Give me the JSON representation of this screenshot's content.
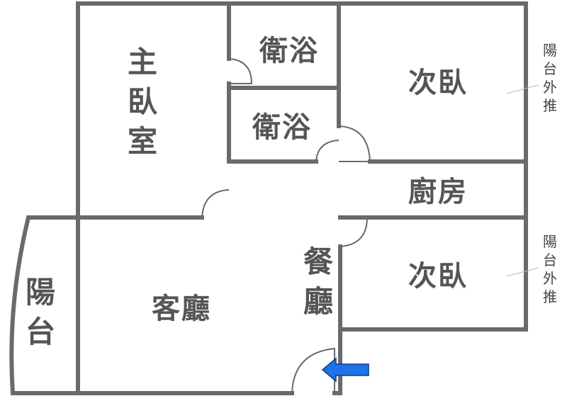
{
  "rooms": {
    "master_bedroom": [
      "主",
      "臥",
      "室"
    ],
    "bathroom_top": "衛浴",
    "bathroom_mid": "衛浴",
    "bedroom_top": "次臥",
    "kitchen": "廚房",
    "bedroom_bottom": "次臥",
    "dining": [
      "餐",
      "廳"
    ],
    "living_room": "客廳",
    "balcony": [
      "陽",
      "台"
    ]
  },
  "annotations": {
    "balcony_extended_top": [
      "陽",
      "台",
      "外",
      "推"
    ],
    "balcony_extended_bottom": [
      "陽",
      "台",
      "外",
      "推"
    ]
  },
  "colors": {
    "wall": "#666666",
    "wall_fill": "#8a8a8a",
    "label": "#555555",
    "entrance_arrow": "#1e73e8"
  },
  "icons": {
    "entrance": "left-arrow-icon"
  }
}
